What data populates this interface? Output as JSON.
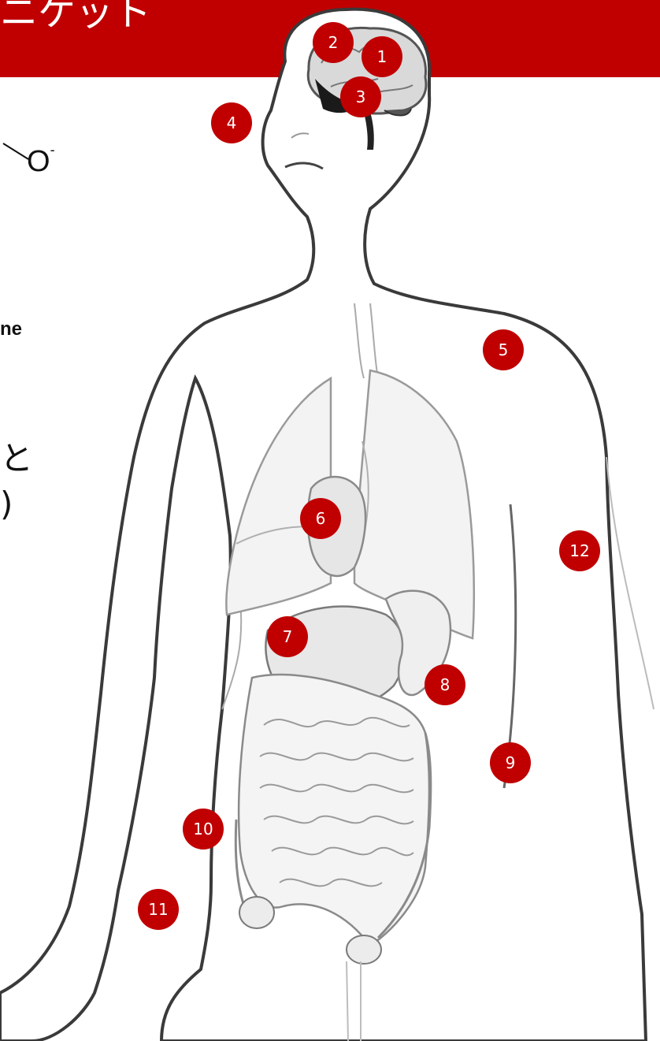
{
  "banner": {
    "title_fragment": "ニケット"
  },
  "left_panel": {
    "molecule_fragment": "O",
    "molecule_charge": "-",
    "bold_fragment": "ne",
    "line1_fragment": "と",
    "line2_fragment": ")"
  },
  "markers": [
    "1",
    "2",
    "3",
    "4",
    "5",
    "6",
    "7",
    "8",
    "9",
    "10",
    "11",
    "12"
  ],
  "colors": {
    "accent": "#c00000",
    "body_outline": "#3a3a3a"
  }
}
